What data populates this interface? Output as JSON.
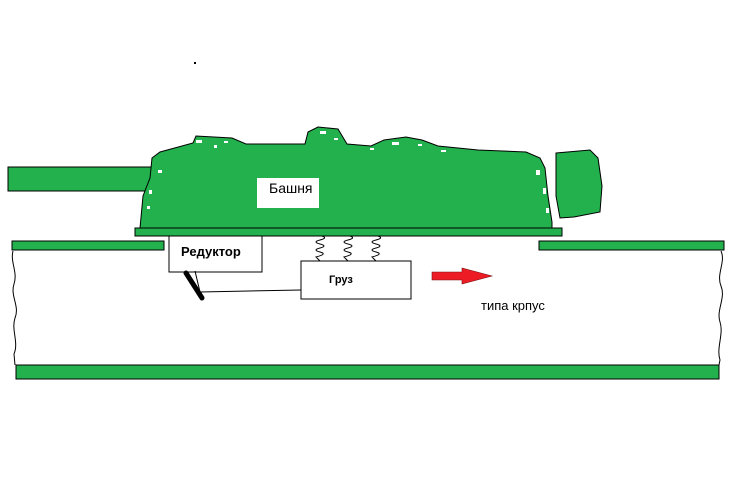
{
  "labels": {
    "turret": "Башня",
    "gearbox": "Редуктор",
    "load": "Груз",
    "hull": "типа крпус"
  },
  "colors": {
    "green": "#22b14c",
    "arrow": "#ed1c24",
    "outline": "#000000",
    "background": "#ffffff"
  }
}
